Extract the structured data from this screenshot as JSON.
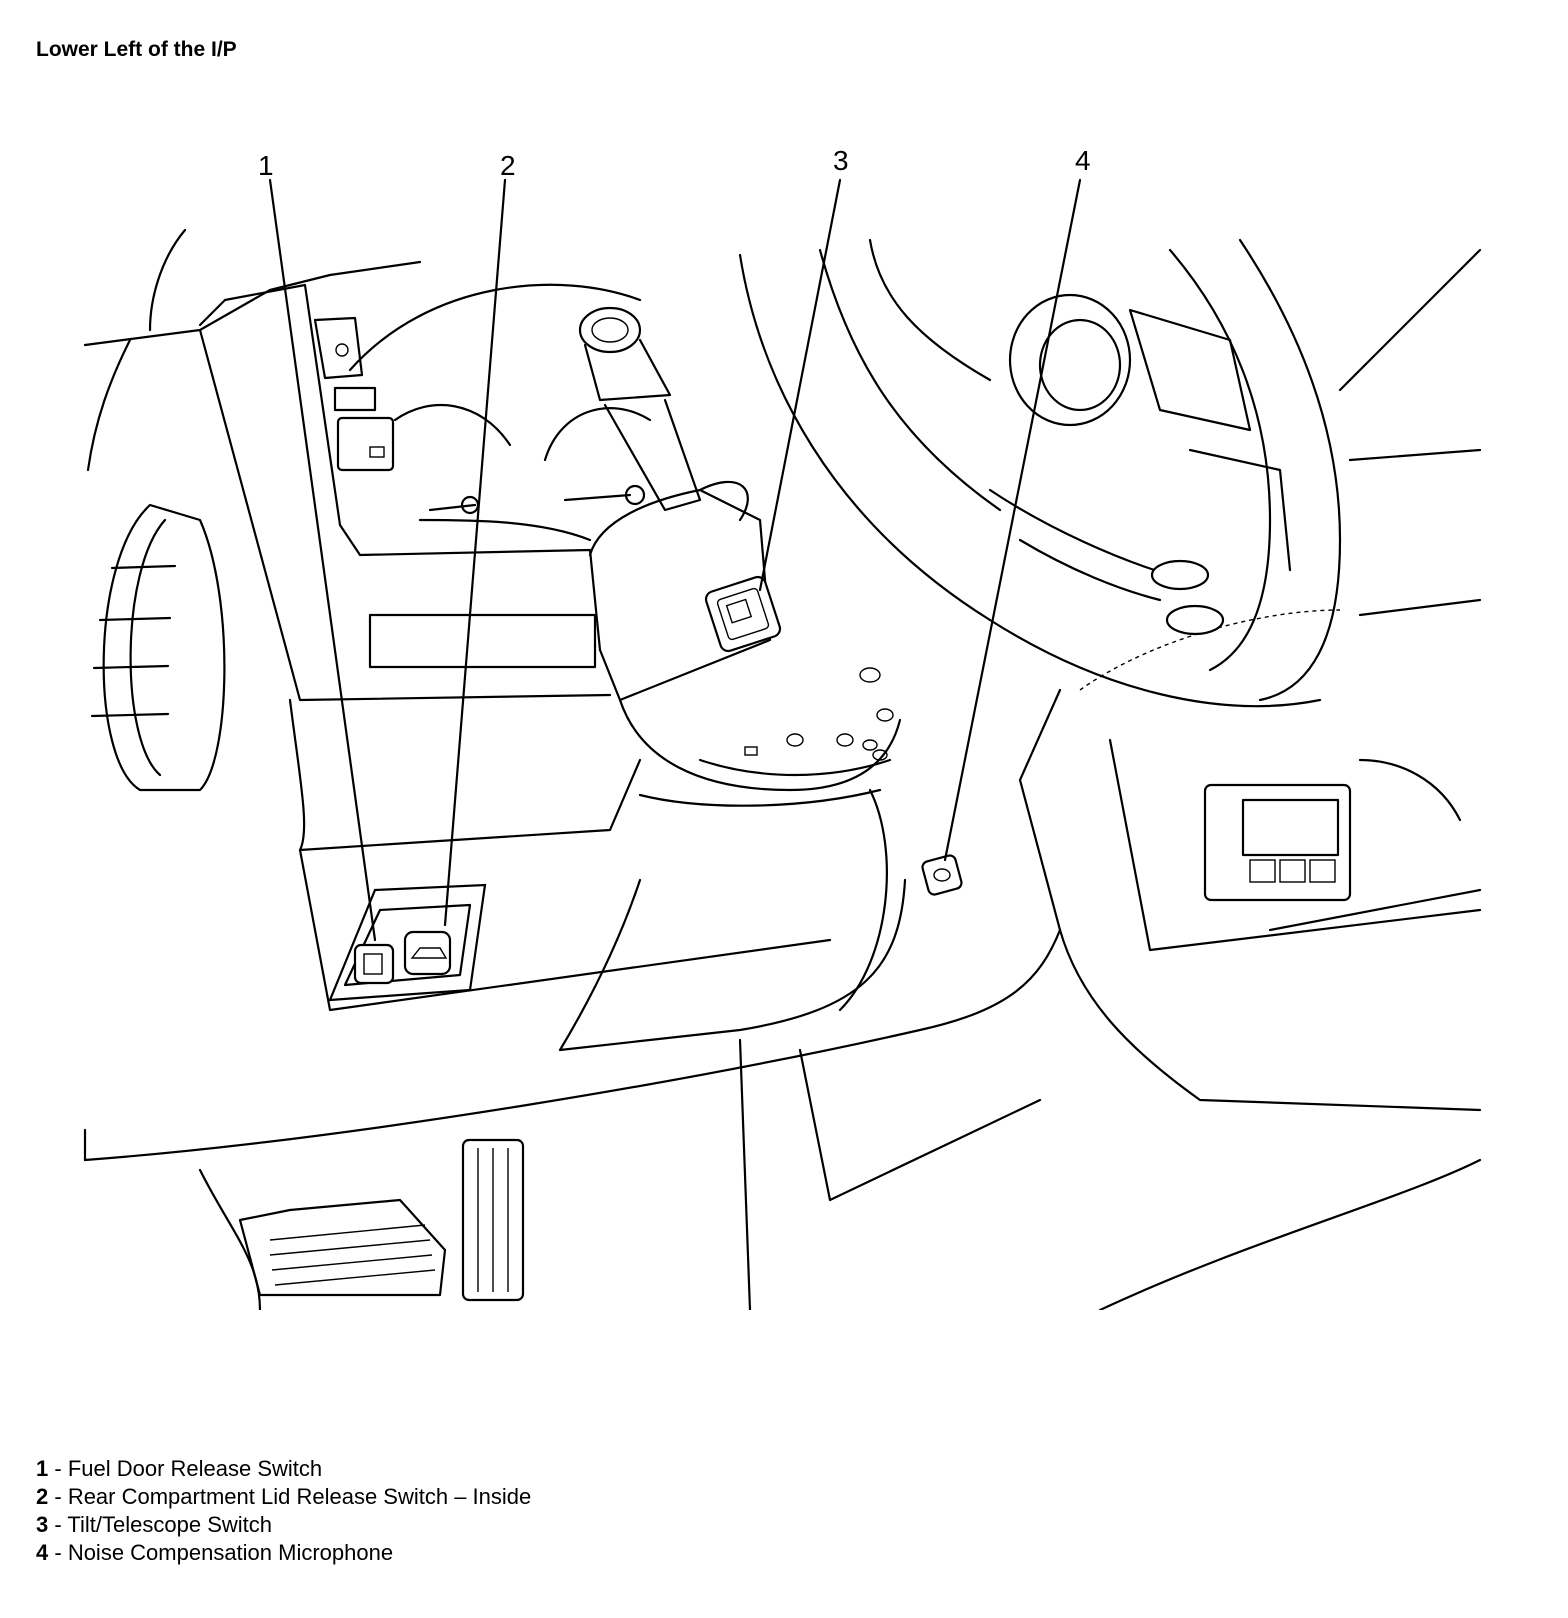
{
  "title": "Lower Left of the I/P",
  "callouts": [
    {
      "number": "1",
      "label": "Fuel Door Release Switch"
    },
    {
      "number": "2",
      "label": "Rear Compartment Lid Release Switch – Inside"
    },
    {
      "number": "3",
      "label": "Tilt/Telescope Switch"
    },
    {
      "number": "4",
      "label": "Noise Compensation Microphone"
    }
  ],
  "separator": " - "
}
